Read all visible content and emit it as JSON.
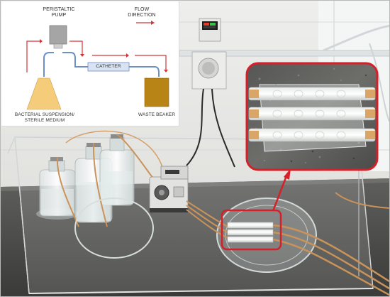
{
  "diagram": {
    "pump_line1": "PERISTALTIC",
    "pump_line2": "PUMP",
    "flow_line1": "FLOW",
    "flow_line2": "DIRECTION",
    "catheter": "CATHETER",
    "source_line1": "BACTERIAL SUSPENSION/",
    "source_line2": "STERILE MEDIUM",
    "waste": "WASTE BEAKER"
  },
  "colors": {
    "highlight": "#d5202a",
    "flow_arrow": "#d13438",
    "tube_blue": "#6d8fc7",
    "catheter_fill": "#d8e2f2",
    "pump_gray": "#a5a5a5",
    "source_flask": "#f4cc7a",
    "waste_beaker": "#b88416"
  }
}
